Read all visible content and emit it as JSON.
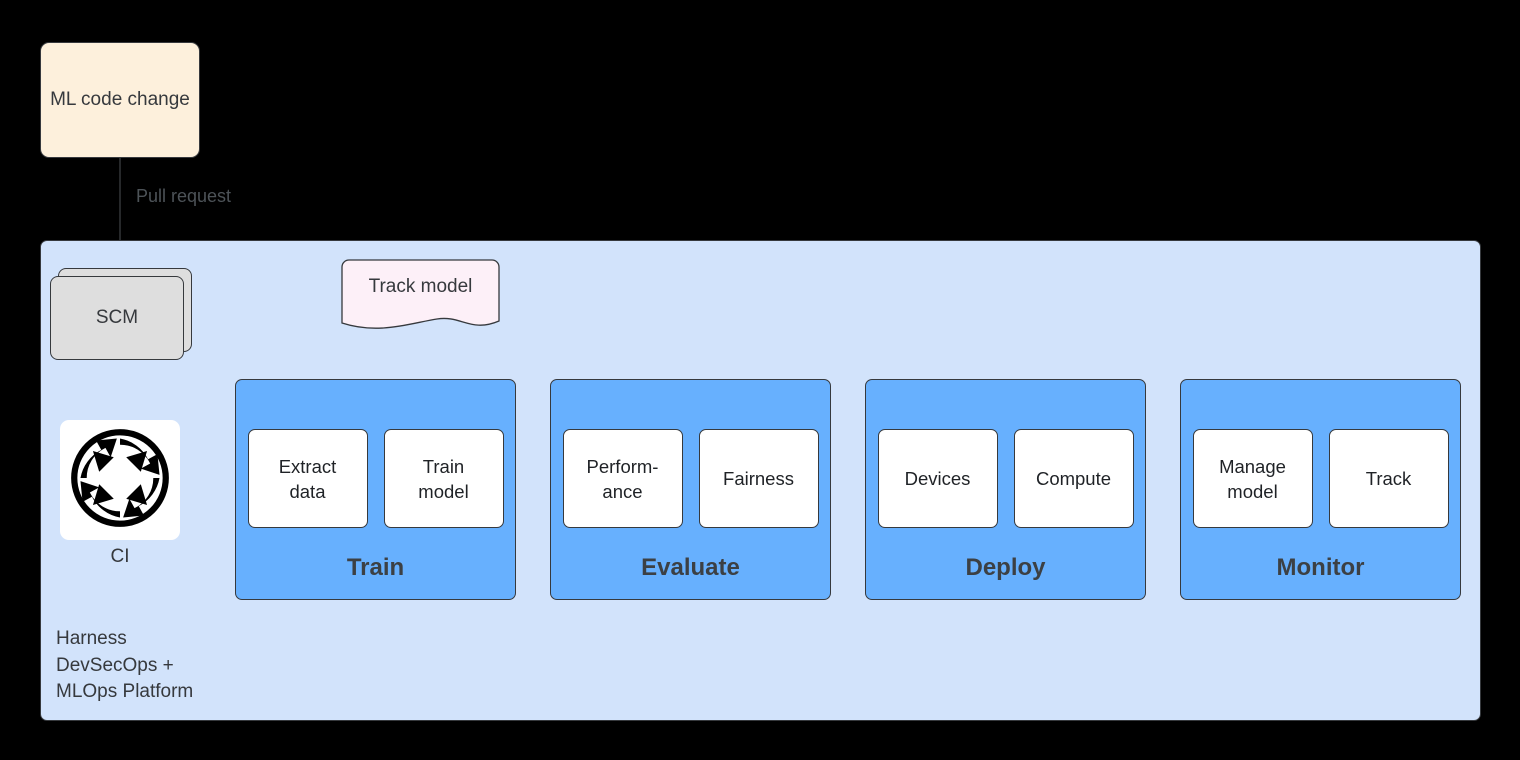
{
  "diagram": {
    "source_node": {
      "label": "ML code\nchange",
      "fill": "#fdf0dc"
    },
    "edges": {
      "pull_request_label": "Pull request"
    },
    "platform": {
      "label": "Harness\nDevSecOps +\nMLOps Platform",
      "fill": "#d2e3fb"
    },
    "scm": {
      "label": "SCM",
      "fill": "#dedede"
    },
    "ci": {
      "label": "CI",
      "icon": "circular-arrows-icon"
    },
    "artifact": {
      "label": "Track model",
      "fill": "#fdf0f8",
      "shape": "document"
    },
    "stages": [
      {
        "id": "train",
        "title": "Train",
        "items": [
          "Extract\ndata",
          "Train\nmodel"
        ]
      },
      {
        "id": "evaluate",
        "title": "Evaluate",
        "items": [
          "Perform-\nance",
          "Fairness"
        ]
      },
      {
        "id": "deploy",
        "title": "Deploy",
        "items": [
          "Devices",
          "Compute"
        ]
      },
      {
        "id": "monitor",
        "title": "Monitor",
        "items": [
          "Manage\nmodel",
          "Track"
        ]
      }
    ],
    "colors": {
      "stage_fill": "#67b0fe",
      "platform_fill": "#d2e3fb",
      "source_fill": "#fdf0dc",
      "scm_fill": "#dedede",
      "artifact_fill": "#fdf0f8",
      "stroke": "#36393d",
      "text": "#36393d"
    }
  }
}
